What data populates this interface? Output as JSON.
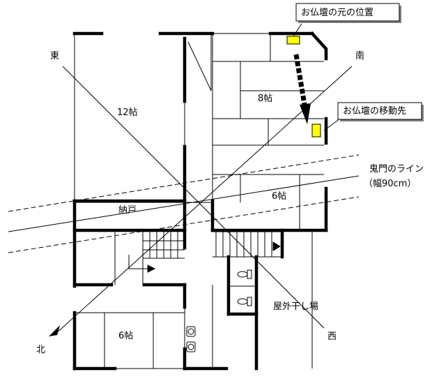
{
  "colors": {
    "wall": "#000000",
    "marker": "#ffff00",
    "callout_fill": "#ffffff",
    "callout_shadow": "#808080"
  },
  "callouts": {
    "original_position": "お仏壇の元の位置",
    "new_position": "お仏壇の移動先"
  },
  "compass": {
    "east": "東",
    "south": "南",
    "north": "北",
    "west": "西"
  },
  "rooms": {
    "room_12": "12帖",
    "room_8": "8帖",
    "room_6_mid": "6帖",
    "storage": "納戸",
    "room_6_bottom": "6帖",
    "drying_area": "屋外干し場"
  },
  "kimon_line": {
    "title": "鬼門のライン",
    "width": "（幅90cm）"
  },
  "icons": {
    "arrow": "down-arrow-icon",
    "toilet": "toilet-icon",
    "stove": "stove-burner-icon"
  }
}
